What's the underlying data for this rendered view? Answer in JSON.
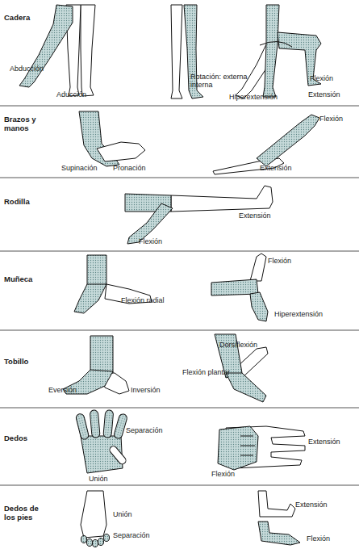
{
  "diagram": {
    "labels": [
      "Cadera",
      "Abducción",
      "Aducción",
      "Rotación: externa interna",
      "Flexión",
      "Extensión",
      "Hiperextensión",
      "Brazos y manos",
      "Supinación",
      "Pronación",
      "Flexión",
      "Extensión",
      "Rodilla",
      "Extensión",
      "Flexión",
      "Muñeca",
      "Flexión radial",
      "Flexión",
      "Hiperextensión",
      "Tobillo",
      "Dorsiflexión",
      "Flexión plantar",
      "Eversión",
      "Inversión",
      "Dedos",
      "Separación",
      "Unión",
      "Extensión",
      "Flexión",
      "Dedos de los pies",
      "Unión",
      "Separación",
      "Extensión",
      "Flexión"
    ]
  }
}
